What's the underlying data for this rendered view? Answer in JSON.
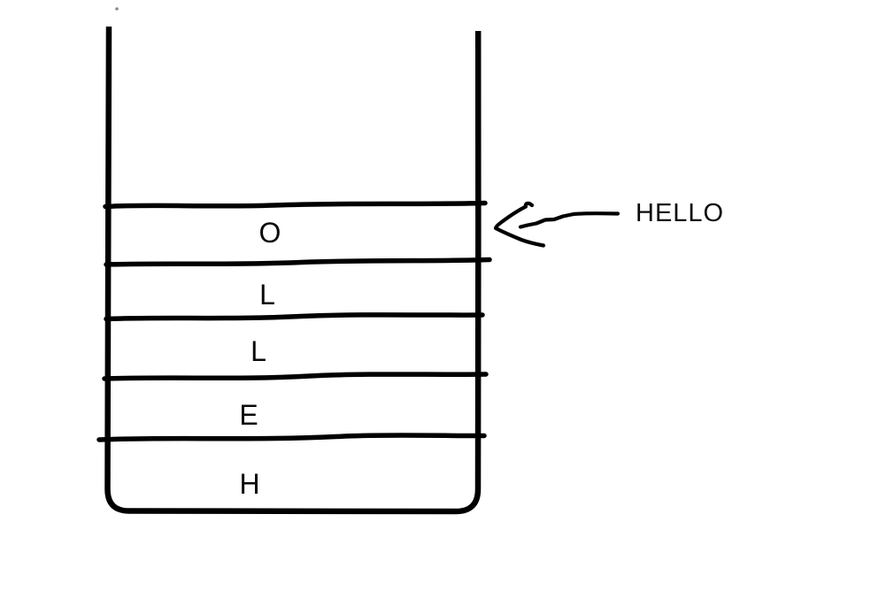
{
  "diagram": {
    "background": "#ffffff",
    "ink": "#000000",
    "stack": {
      "cells": [
        "O",
        "L",
        "L",
        "E",
        "H"
      ]
    },
    "annotation": {
      "label": "HELLO"
    }
  }
}
